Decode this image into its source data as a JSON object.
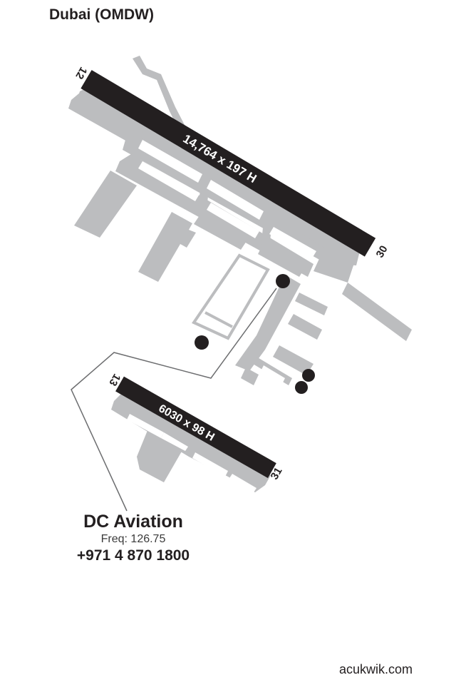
{
  "header": {
    "title": "Dubai (OMDW)"
  },
  "runways": [
    {
      "id": "12-30",
      "end_a": "12",
      "end_b": "30",
      "label": "14,764 x 197 H"
    },
    {
      "id": "13-31",
      "end_a": "13",
      "end_b": "31",
      "label": "6030 x 98 H"
    }
  ],
  "fbo": {
    "name": "DC Aviation",
    "freq": "Freq: 126.75",
    "phone": "+971 4 870 1800"
  },
  "footer": {
    "source": "acukwik.com"
  },
  "colors": {
    "runway": "#231f20",
    "taxiway": "#bcbdbf",
    "background": "#ffffff",
    "leader_line": "#6d6e70"
  }
}
